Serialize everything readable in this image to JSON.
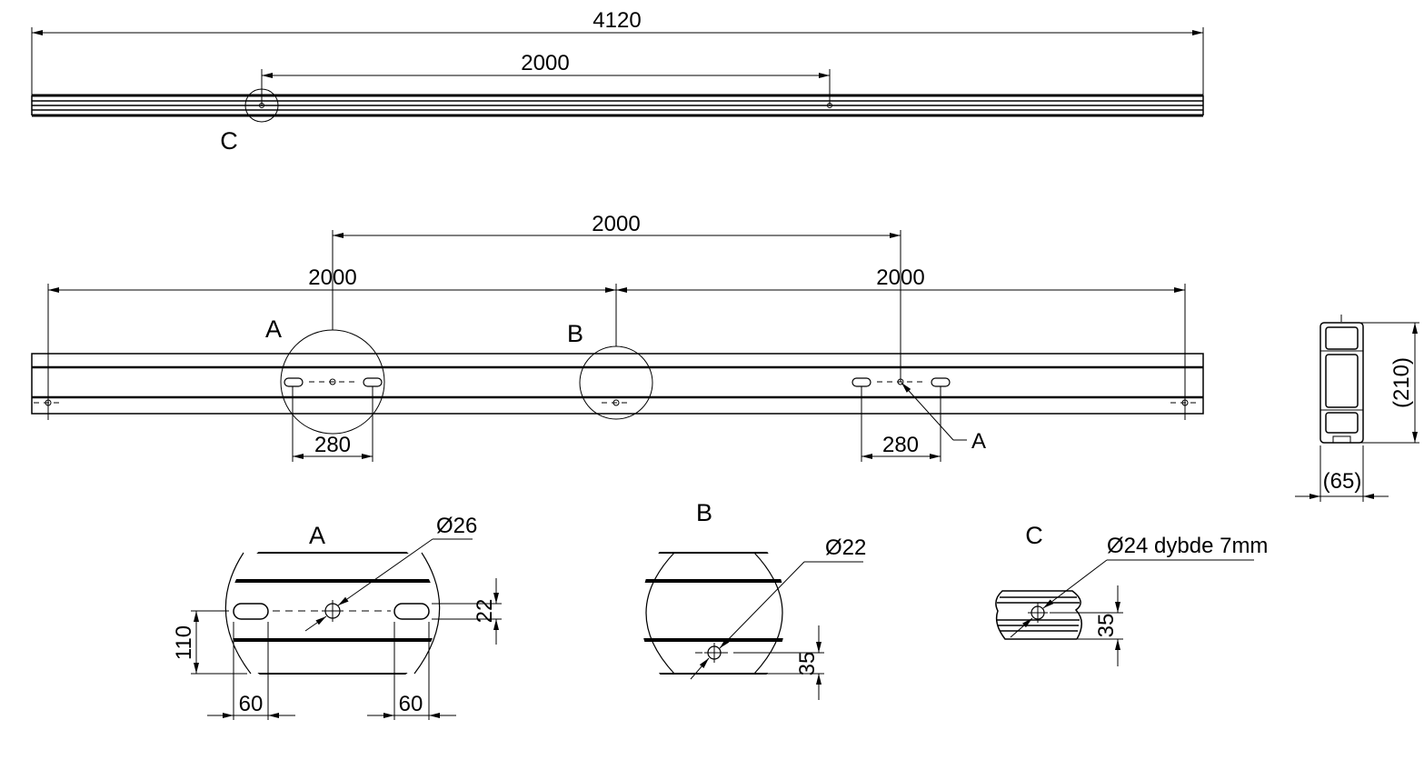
{
  "colors": {
    "ink": "#000000",
    "background": "#ffffff"
  },
  "top_view": {
    "overall_length": "4120",
    "hole_spacing": "2000",
    "detail_marker": "C"
  },
  "side_view": {
    "upper_spacing": "2000",
    "left_spacing": "2000",
    "right_spacing": "2000",
    "marker_a": "A",
    "marker_b": "B",
    "slot_spacing_left": "280",
    "slot_spacing_right": "280",
    "callout_a": "A"
  },
  "section": {
    "height": "(210)",
    "width": "(65)"
  },
  "detail_a": {
    "title": "A",
    "hole_diameter": "Ø26",
    "slot_offset": "22",
    "height": "110",
    "slot_left": "60",
    "slot_right": "60"
  },
  "detail_b": {
    "title": "B",
    "hole_diameter": "Ø22",
    "hole_offset": "35"
  },
  "detail_c": {
    "title": "C",
    "hole_spec": "Ø24 dybde 7mm",
    "hole_offset": "35"
  }
}
